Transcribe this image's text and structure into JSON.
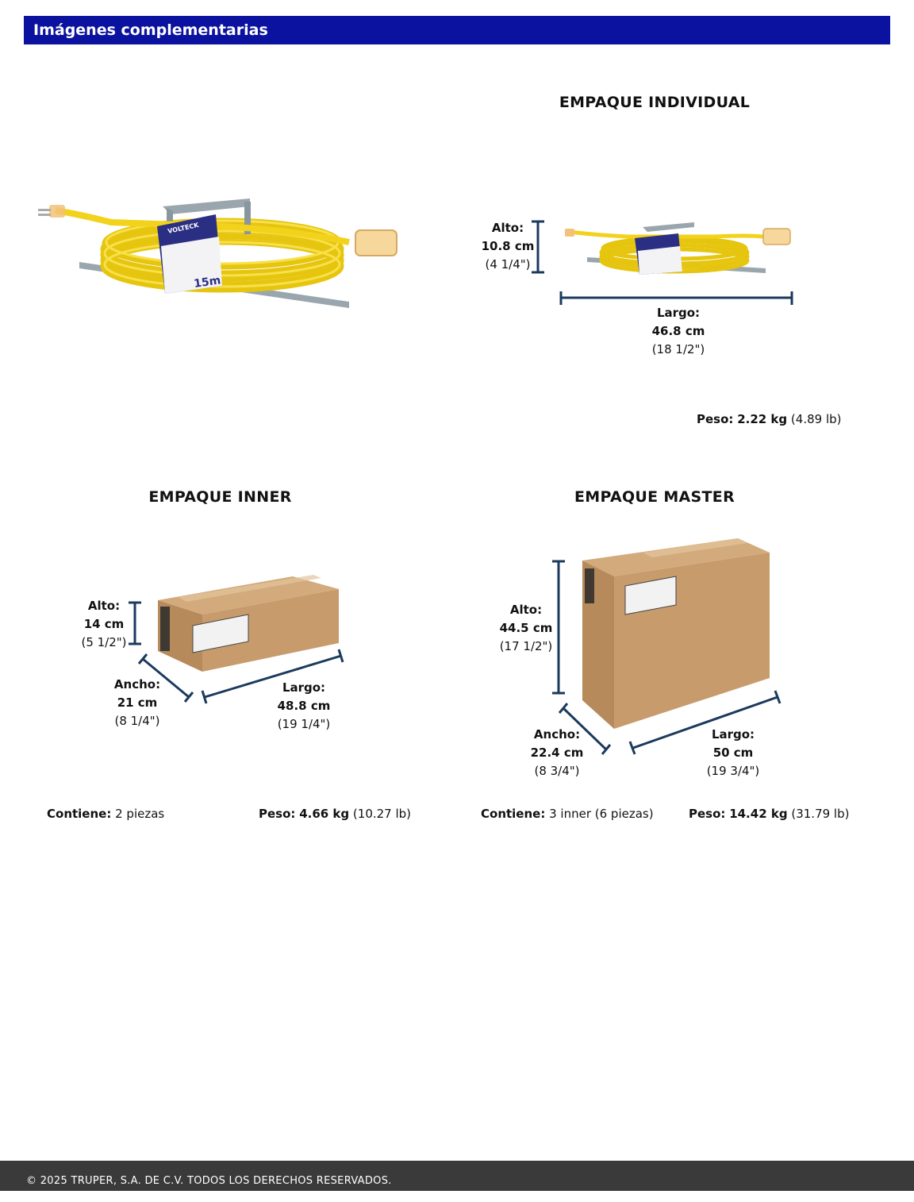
{
  "header": {
    "title": "Imágenes complementarias"
  },
  "individual": {
    "title": "EMPAQUE INDIVIDUAL",
    "alto": {
      "label": "Alto:",
      "value": "10.8 cm",
      "imperial": "(4 1/4\")"
    },
    "largo": {
      "label": "Largo:",
      "value": "46.8 cm",
      "imperial": "(18 1/2\")"
    },
    "peso": {
      "label": "Peso:",
      "value": "2.22 kg",
      "imperial": "(4.89 lb)"
    }
  },
  "inner": {
    "title": "EMPAQUE INNER",
    "alto": {
      "label": "Alto:",
      "value": "14 cm",
      "imperial": "(5 1/2\")"
    },
    "ancho": {
      "label": "Ancho:",
      "value": "21 cm",
      "imperial": "(8 1/4\")"
    },
    "largo": {
      "label": "Largo:",
      "value": "48.8 cm",
      "imperial": "(19 1/4\")"
    },
    "contiene": {
      "label": "Contiene:",
      "value": "2 piezas"
    },
    "peso": {
      "label": "Peso:",
      "value": "4.66 kg",
      "imperial": "(10.27 lb)"
    }
  },
  "master": {
    "title": "EMPAQUE MASTER",
    "alto": {
      "label": "Alto:",
      "value": "44.5 cm",
      "imperial": "(17 1/2\")"
    },
    "ancho": {
      "label": "Ancho:",
      "value": "22.4 cm",
      "imperial": "(8 3/4\")"
    },
    "largo": {
      "label": "Largo:",
      "value": "50 cm",
      "imperial": "(19 3/4\")"
    },
    "contiene": {
      "label": "Contiene:",
      "value": "3 inner (6 piezas)"
    },
    "peso": {
      "label": "Peso:",
      "value": "14.42 kg",
      "imperial": "(31.79 lb)"
    }
  },
  "product": {
    "brand": "VOLTECK",
    "length_label": "15m"
  },
  "footer": {
    "copyright": "© 2025 TRUPER, S.A. DE C.V. TODOS LOS DERECHOS RESERVADOS."
  },
  "colors": {
    "header": "#0b12a0",
    "dimension_line": "#1b3a5c",
    "cable": "#f2d21b",
    "box": "#c79b6c",
    "footer": "#3a3a3a"
  }
}
